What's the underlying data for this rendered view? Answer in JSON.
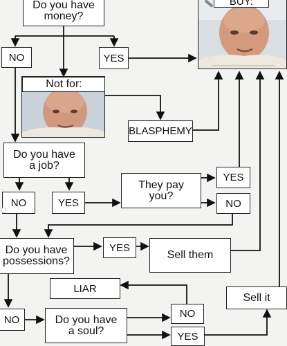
{
  "nodes": {
    "money": "Do you have\nmoney?",
    "no_money": "NO",
    "yes_money": "YES",
    "buy": "BUY:",
    "not_for": "Not for:",
    "blasphemy": "BLASPHEMY",
    "job": "Do you have\na job?",
    "no_job": "NO",
    "yes_job": "YES",
    "they_pay": "They pay\nyou?",
    "yes_pay": "YES",
    "no_pay": "NO",
    "possessions": "Do you have\npossessions?",
    "yes_poss": "YES",
    "sell_them": "Sell them",
    "liar": "LIAR",
    "sell_it": "Sell it",
    "no_poss": "NO",
    "soul": "Do you have\na soul?",
    "no_soul": "NO",
    "yes_soul": "YES"
  }
}
